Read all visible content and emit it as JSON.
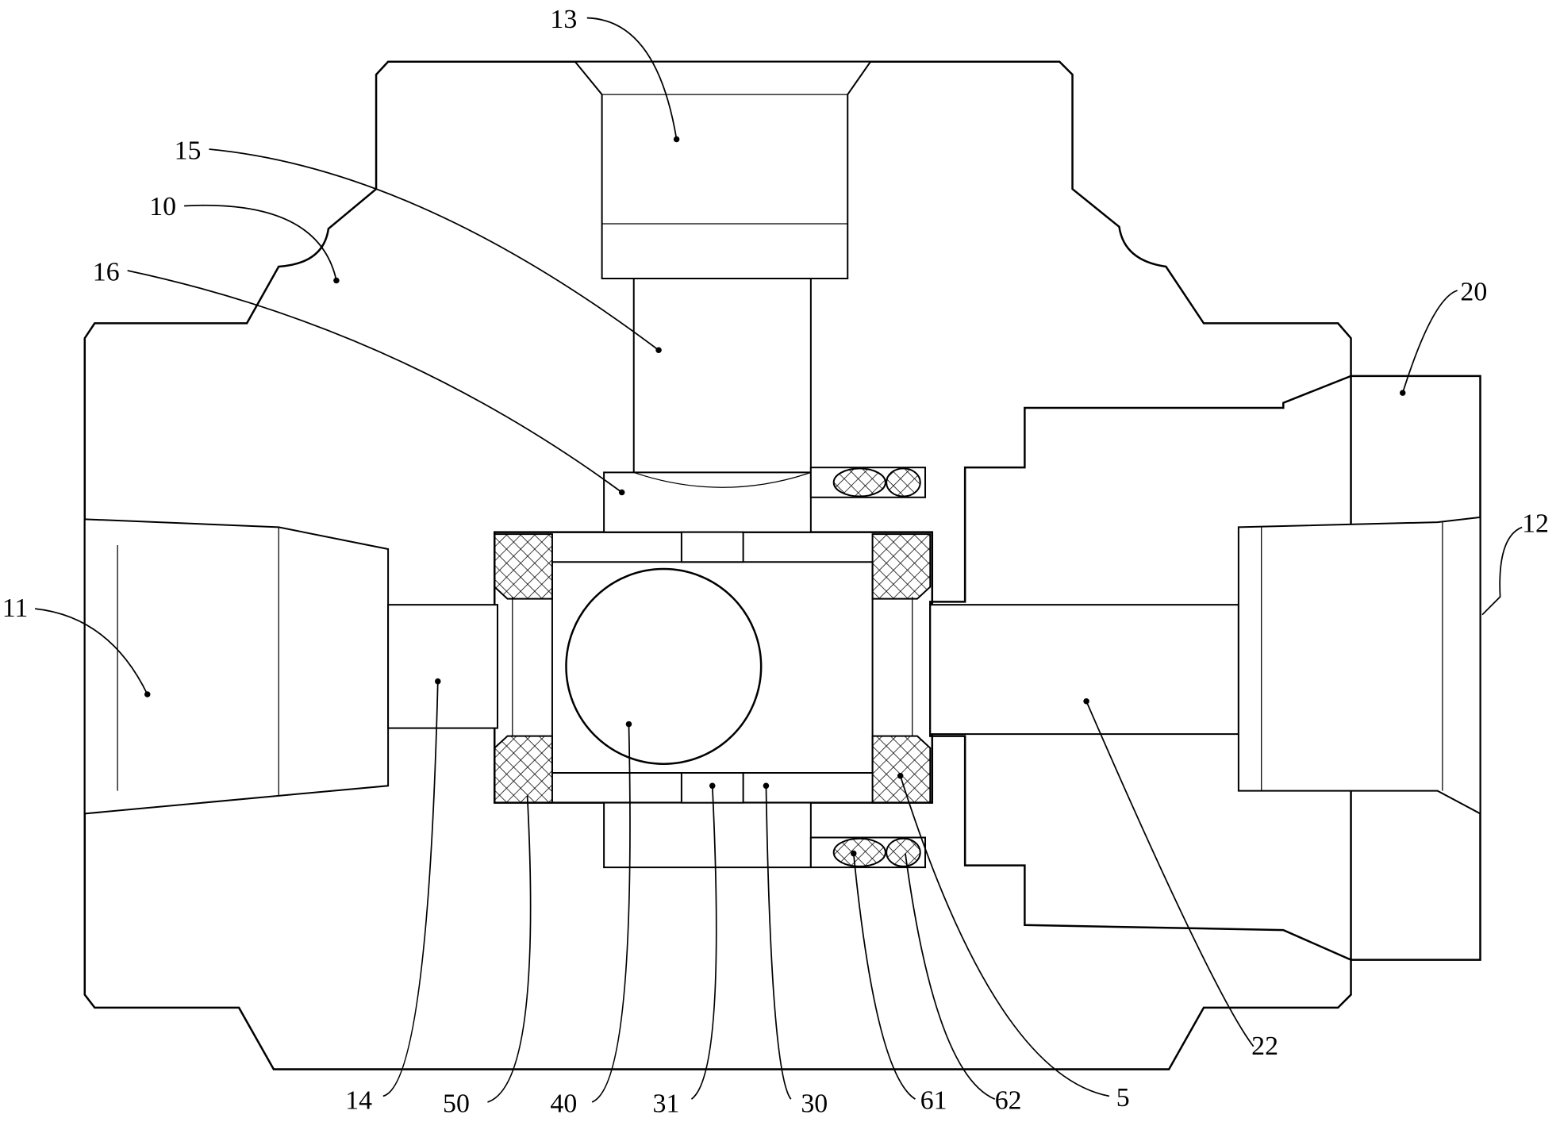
{
  "figure": {
    "type": "cross-section patent drawing",
    "labels": [
      "13",
      "15",
      "10",
      "16",
      "11",
      "20",
      "12",
      "14",
      "50",
      "40",
      "31",
      "30",
      "61",
      "62",
      "5",
      "22"
    ]
  }
}
